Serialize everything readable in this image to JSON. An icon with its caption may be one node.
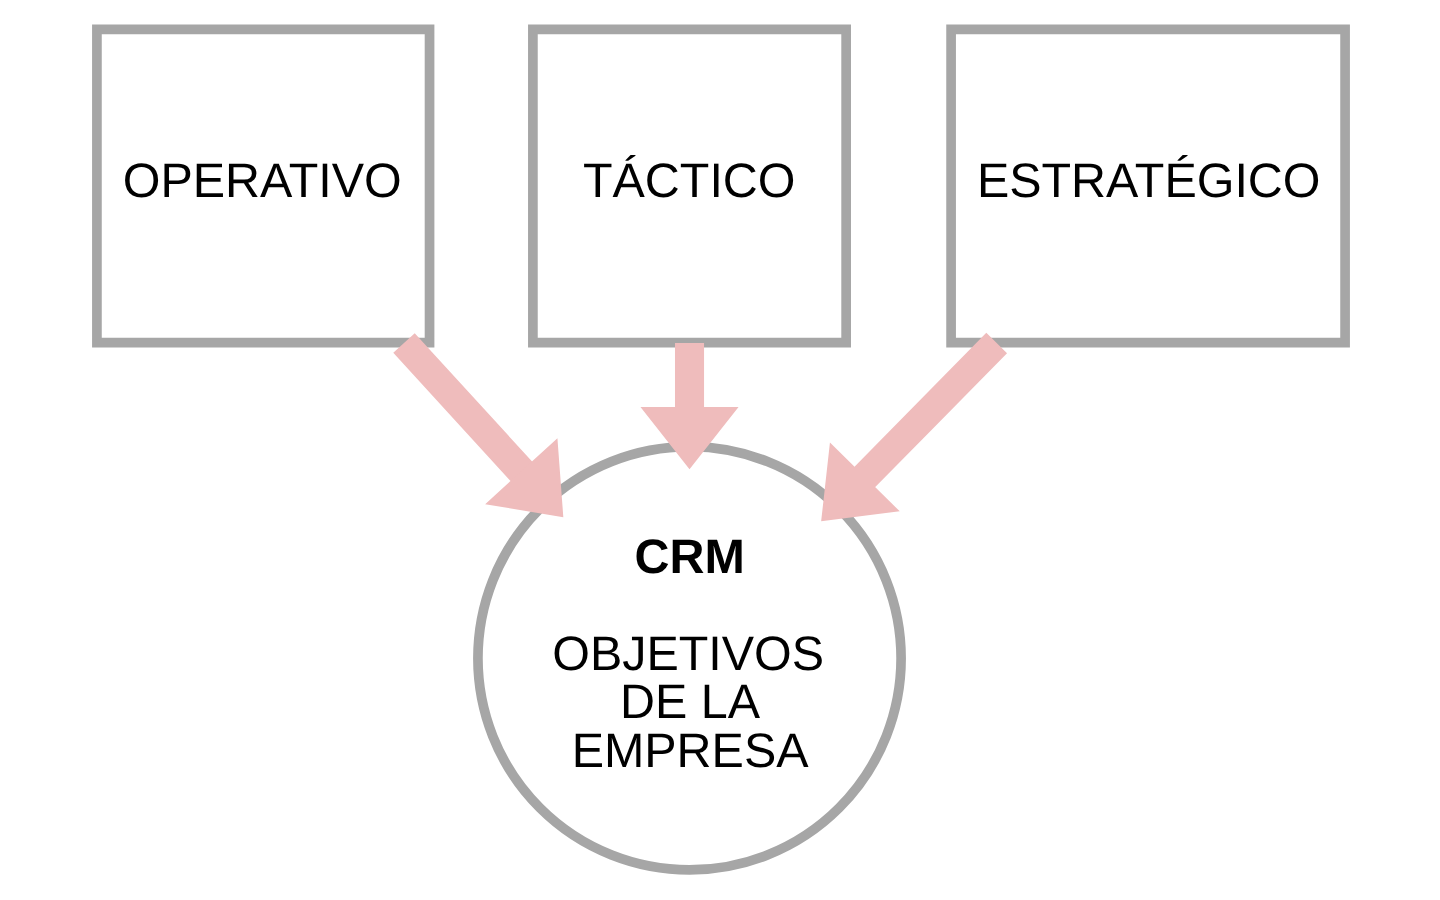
{
  "diagram": {
    "nodes": [
      {
        "text": [
          "TÁCTICO"
        ]
      },
      {
        "text": [
          "OPERATIVO"
        ]
      },
      {
        "text": [
          "ESTRATÉGICO"
        ]
      },
      {
        "text": [
          "CRM",
          "OBJETIVOS DE LA EMPRESA"
        ]
      }
    ],
    "edges": [
      {
        "from": 1,
        "to": 3,
        "arrow": "to"
      },
      {
        "from": 0,
        "to": 3,
        "arrow": "to"
      },
      {
        "from": 2,
        "to": 3,
        "arrow": "to"
      }
    ]
  }
}
